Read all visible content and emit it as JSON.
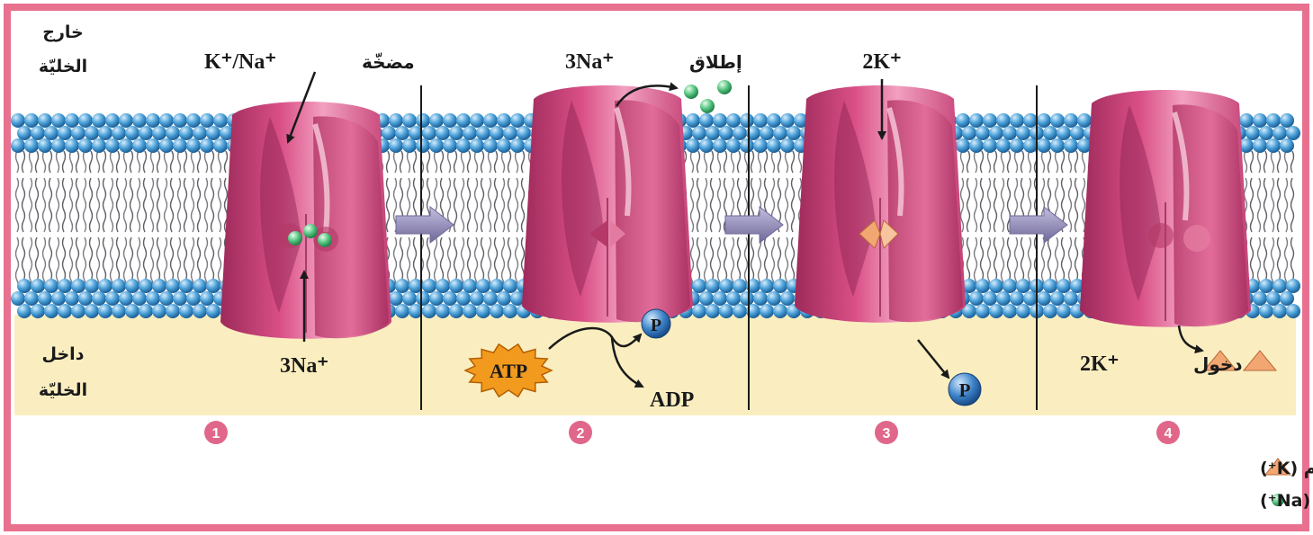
{
  "colors": {
    "frame": "#e8718f",
    "cytoplasm": "#faeec0",
    "head_blue": "#4aa0d8",
    "protein": "#d94f86",
    "sodium": "#4fbf7a",
    "potassium": "#f2a672",
    "atp": "#f29a1e",
    "phosphate": "#2f6fb8",
    "step_badge": "#e0668a",
    "arrow_block": "#8d86b8"
  },
  "labels": {
    "outside_line1": "خارج",
    "outside_line2": "الخليّة",
    "inside_line1": "داخل",
    "inside_line2": "الخليّة",
    "pump_ar": "مضخّة",
    "pump_formula": "K⁺/Na⁺",
    "na_inside": "3Na⁺",
    "release_ar": "إطلاق",
    "release_formula": "3Na⁺",
    "k_entry_top": "2K⁺",
    "atp": "ATP",
    "adp": "ADP",
    "phosphate": "P",
    "entry_ar": "دخول",
    "entry_formula": "2K⁺"
  },
  "steps": [
    "1",
    "2",
    "3",
    "4"
  ],
  "legend": {
    "potassium": "أيون البوتاسيوم (K⁺)",
    "sodium": "أيون الصوديوم (Na⁺)"
  }
}
